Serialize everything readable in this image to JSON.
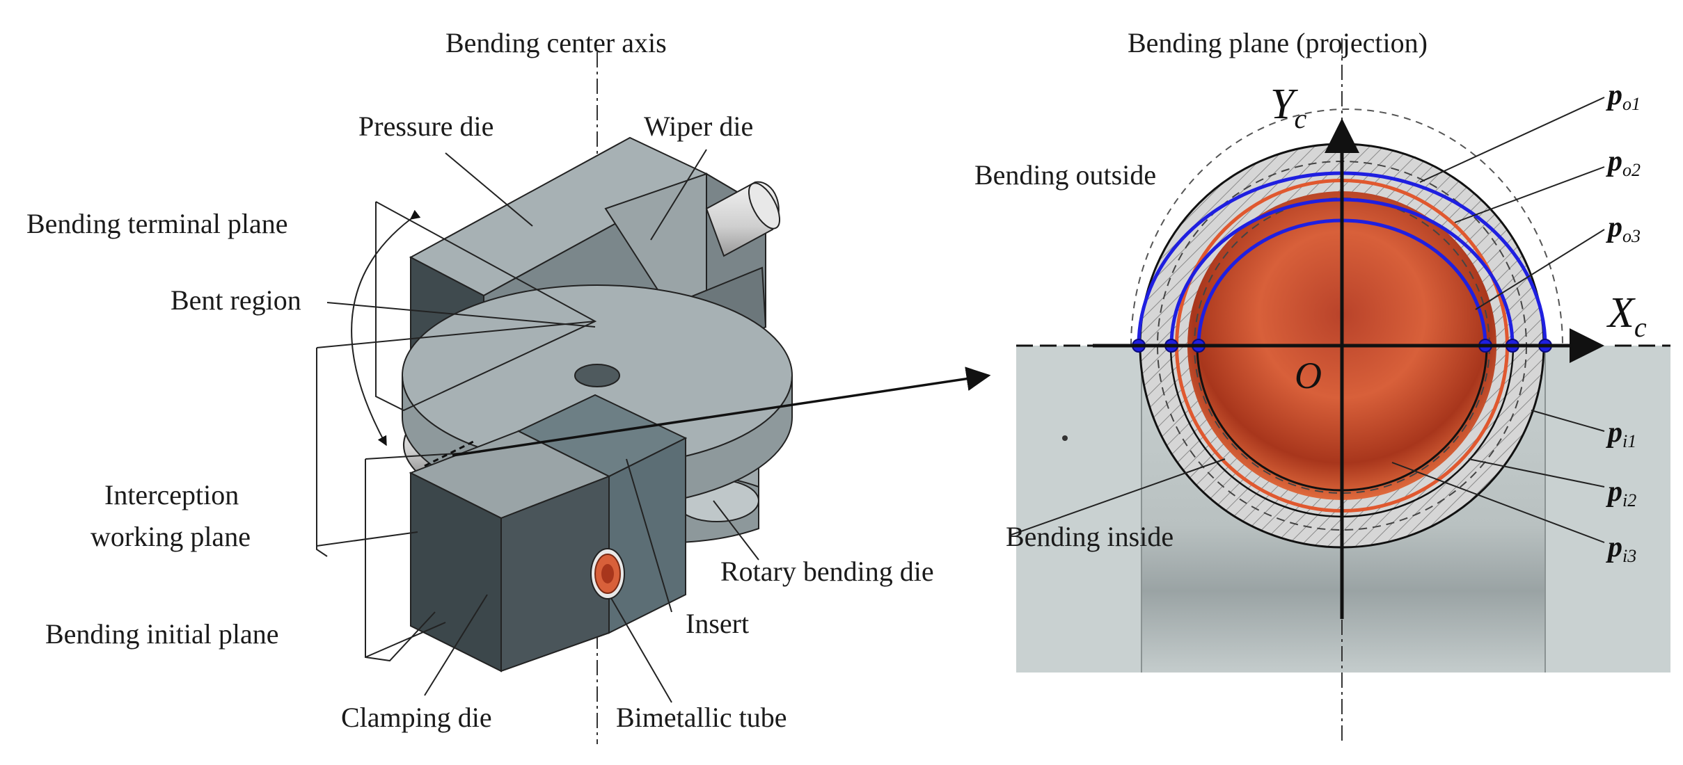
{
  "left_labels": {
    "bending_center_axis": "Bending center axis",
    "pressure_die": "Pressure die",
    "wiper_die": "Wiper die",
    "bending_terminal_plane": "Bending terminal plane",
    "bent_region": "Bent region",
    "interception_line1": "Interception",
    "interception_line2": "working plane",
    "bending_initial_plane": "Bending initial plane",
    "clamping_die": "Clamping die",
    "bimetallic_tube": "Bimetallic tube",
    "insert": "Insert",
    "rotary_bending_die": "Rotary bending die"
  },
  "right_labels": {
    "bending_plane": "Bending plane (projection)",
    "bending_outside": "Bending outside",
    "bending_inside": "Bending inside",
    "y_axis": "Y",
    "y_sub": "c",
    "x_axis": "X",
    "x_sub": "c",
    "origin": "O"
  },
  "points": [
    {
      "id": "po1",
      "main": "p",
      "sub": "o1"
    },
    {
      "id": "po2",
      "main": "p",
      "sub": "o2"
    },
    {
      "id": "po3",
      "main": "p",
      "sub": "o3"
    },
    {
      "id": "pi1",
      "main": "p",
      "sub": "i1"
    },
    {
      "id": "pi2",
      "main": "p",
      "sub": "i2"
    },
    {
      "id": "pi3",
      "main": "p",
      "sub": "i3"
    }
  ],
  "colors": {
    "die_face_light": "#a3aeb1",
    "die_face_mid": "#7e8a8e",
    "die_face_dark": "#3f4a4e",
    "insert_face": "#5c6f76",
    "tube_copper": "#c8502a",
    "tube_ring_blue": "#1f1fe0",
    "projection_bg": "#c9d1d1",
    "hatch": "#8a8a8a"
  }
}
